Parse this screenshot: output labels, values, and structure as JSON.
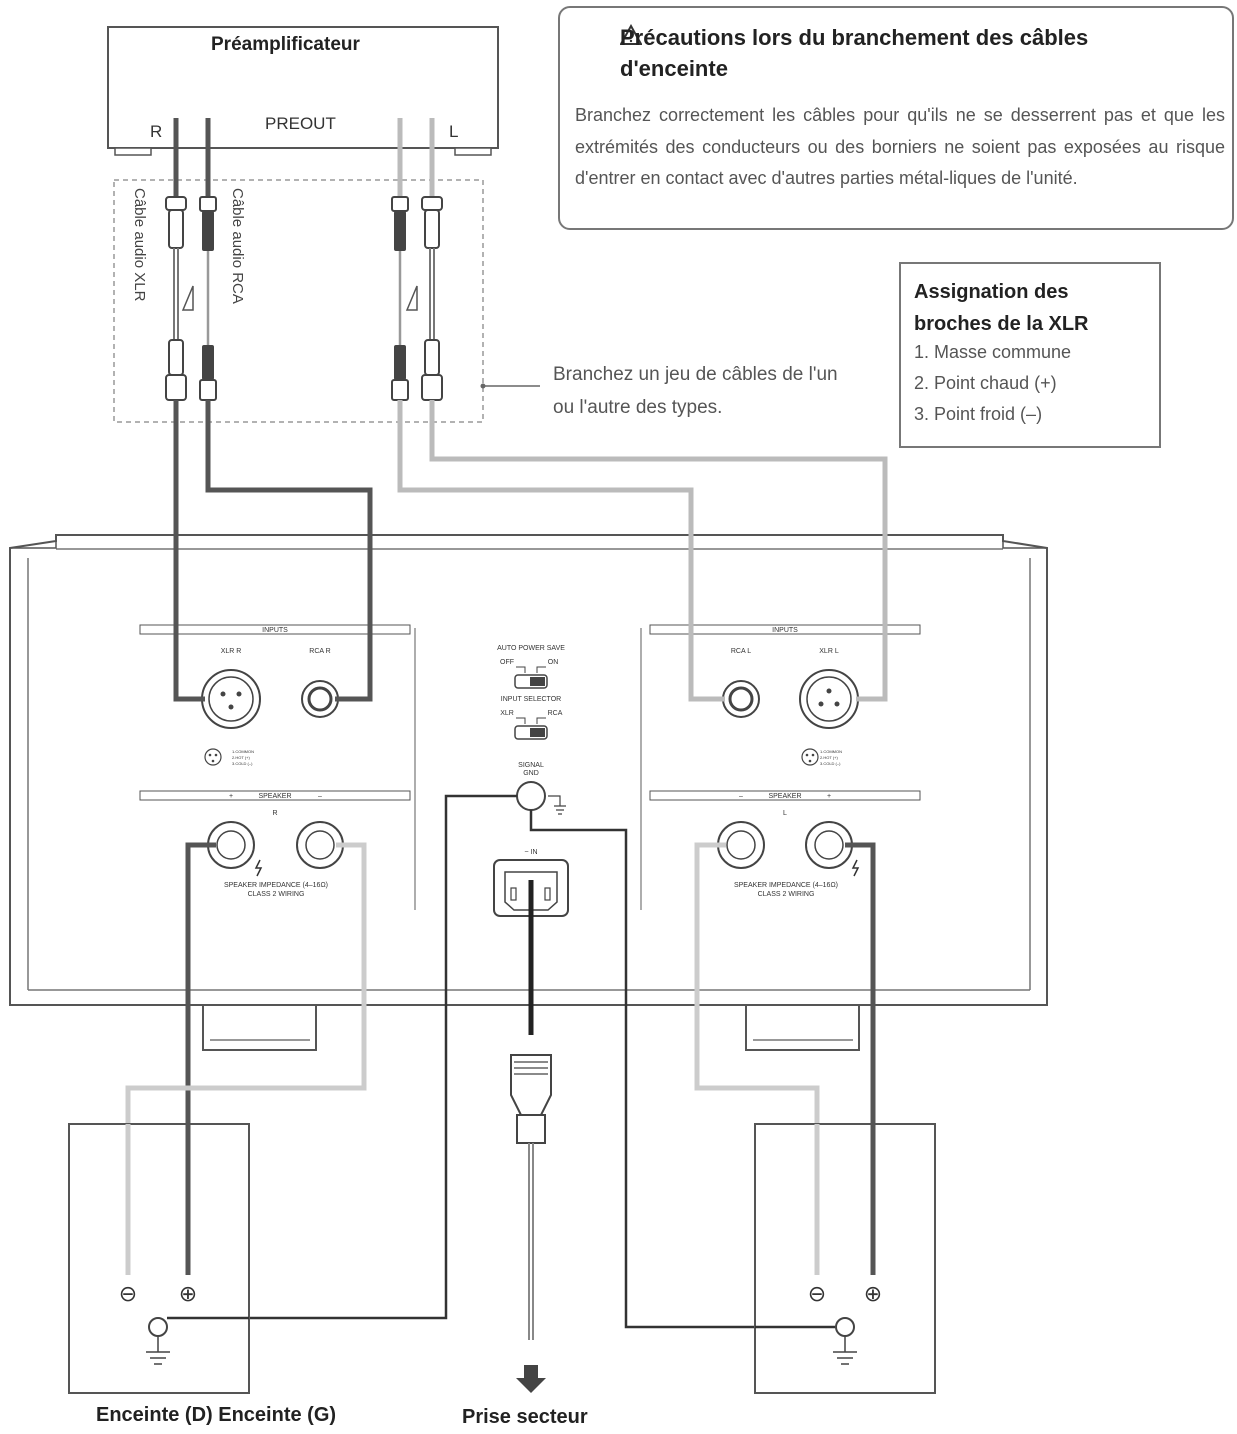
{
  "preamp": {
    "title": "Préamplificateur",
    "preout": "PREOUT",
    "ch_r": "R",
    "ch_l": "L"
  },
  "cables": {
    "xlr": "Câble audio XLR",
    "rca": "Câble audio RCA"
  },
  "note": {
    "text": "Branchez un jeu de câbles de l'un ou l'autre des types."
  },
  "caution": {
    "title": "Précautions lors du branchement des câbles d'enceinte",
    "body": "Branchez correctement les câbles pour qu'ils ne se desserrent pas et que les extrémités des conducteurs ou des borniers ne soient pas exposées au risque d'entrer en contact avec d'autres parties métal-liques de l'unité.",
    "icon": "warning-triangle-icon"
  },
  "xlr_pins": {
    "title": "Assignation des broches de la XLR",
    "items": [
      "1. Masse commune",
      "2. Point chaud (+)",
      "3. Point froid (–)"
    ]
  },
  "amp": {
    "inputs": "INPUTS",
    "xlr_r": "XLR R",
    "rca_r": "RCA R",
    "rca_l": "RCA L",
    "xlr_l": "XLR L",
    "auto_power_save": "AUTO POWER SAVE",
    "off": "OFF",
    "on": "ON",
    "input_selector": "INPUT SELECTOR",
    "sel_xlr": "XLR",
    "sel_rca": "RCA",
    "signal_gnd_1": "SIGNAL",
    "signal_gnd_2": "GND",
    "ac_in": "~ IN",
    "speaker": "SPEAKER",
    "plus": "+",
    "minus": "–",
    "r": "R",
    "l": "L",
    "impedance": "SPEAKER IMPEDANCE (4–16Ω)",
    "class2": "CLASS 2 WIRING",
    "pin_legend": [
      "1.COMMON",
      "2.HOT (+)",
      "3.COLD (–)"
    ]
  },
  "speakers": {
    "minus": "⊖",
    "plus": "⊕"
  },
  "labels": {
    "speakers": "Enceinte (D) Enceinte (G)",
    "mains": "Prise secteur"
  },
  "colors": {
    "dark_cable": "#555555",
    "light_cable": "#b8b8b8",
    "black_cable": "#222222",
    "line": "#666666"
  }
}
